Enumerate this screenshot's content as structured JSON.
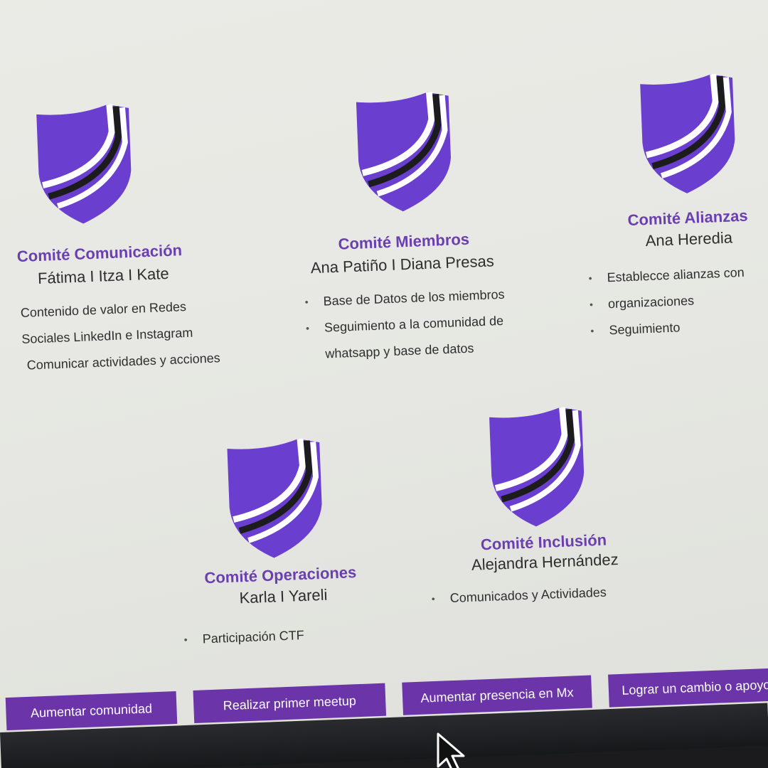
{
  "committees": {
    "comunicacion": {
      "title": "Comité Comunicación",
      "members": "Fátima I Itza I Kate",
      "items": [
        "Contenido de valor en Redes",
        "Sociales LinkedIn e Instagram",
        "Comunicar actividades y acciones"
      ]
    },
    "miembros": {
      "title": "Comité Miembros",
      "members": "Ana Patiño I Diana Presas",
      "items": [
        "Base de Datos de los miembros",
        "Seguimiento a la comunidad de",
        "whatsapp y base de datos"
      ]
    },
    "alianzas": {
      "title": "Comité Alianzas",
      "members": "Ana Heredia",
      "items": [
        "Establecce alianzas con",
        "organizaciones",
        "Seguimiento"
      ]
    },
    "operaciones": {
      "title": "Comité Operaciones",
      "members": "Karla I Yareli",
      "items": [
        "Participación CTF"
      ]
    },
    "inclusion": {
      "title": "Comité Inclusión",
      "members": "Alejandra Hernández",
      "items": [
        "Comunicados y Actividades"
      ]
    }
  },
  "goals": [
    "Aumentar comunidad",
    "Realizar primer meetup",
    "Aumentar presencia en Mx",
    "Lograr un cambio o apoyo s"
  ],
  "colors": {
    "accent": "#6b34a8",
    "title": "#6a3fb0",
    "shield_purple": "#6a3fd0",
    "background": "#e9e9e4"
  },
  "icons": {
    "shield": "shield-icon",
    "cursor": "cursor-icon"
  }
}
